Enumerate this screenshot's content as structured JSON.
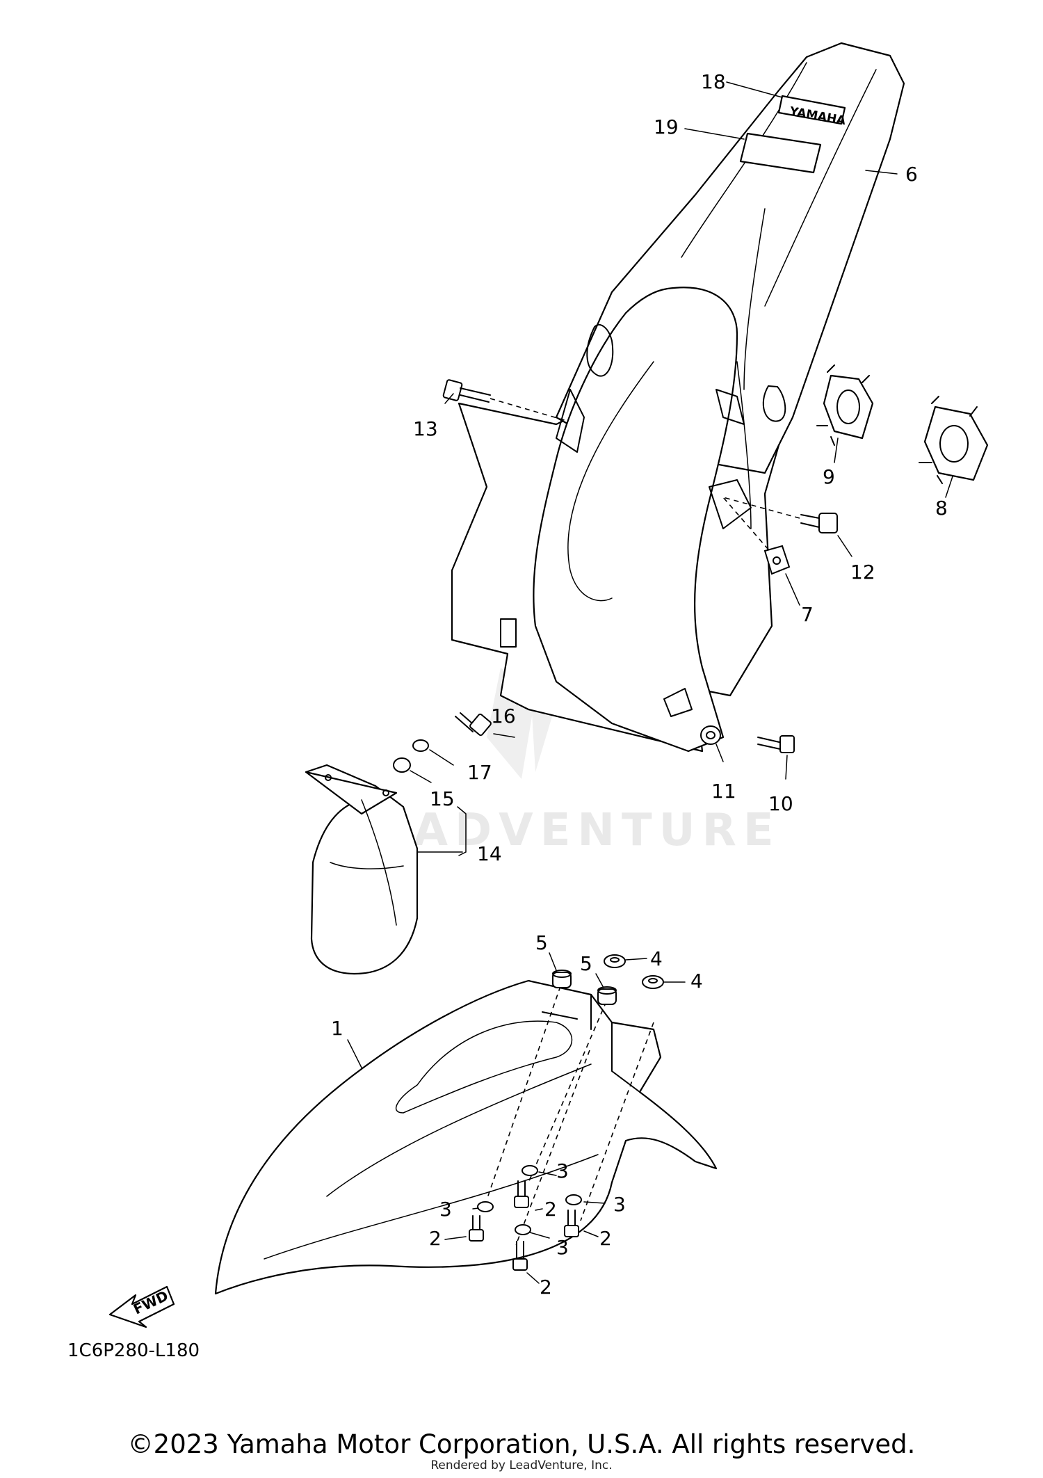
{
  "diagram": {
    "watermark": "LEADVENTURE",
    "fwd_label": "FWD",
    "decal_text": "YAMAHA",
    "reference_code": "1C6P280-L180",
    "callouts": {
      "c1": "1",
      "c2a": "2",
      "c2b": "2",
      "c2c": "2",
      "c2d": "2",
      "c3a": "3",
      "c3b": "3",
      "c3c": "3",
      "c3d": "3",
      "c4a": "4",
      "c4b": "4",
      "c5a": "5",
      "c5b": "5",
      "c6": "6",
      "c7": "7",
      "c8": "8",
      "c9": "9",
      "c10": "10",
      "c11": "11",
      "c12": "12",
      "c13": "13",
      "c14": "14",
      "c15": "15",
      "c16": "16",
      "c17": "17",
      "c18": "18",
      "c19": "19"
    }
  },
  "footer": {
    "copyright": "©2023 Yamaha Motor Corporation, U.S.A. All rights reserved.",
    "rendered_by": "Rendered by LeadVenture, Inc."
  }
}
